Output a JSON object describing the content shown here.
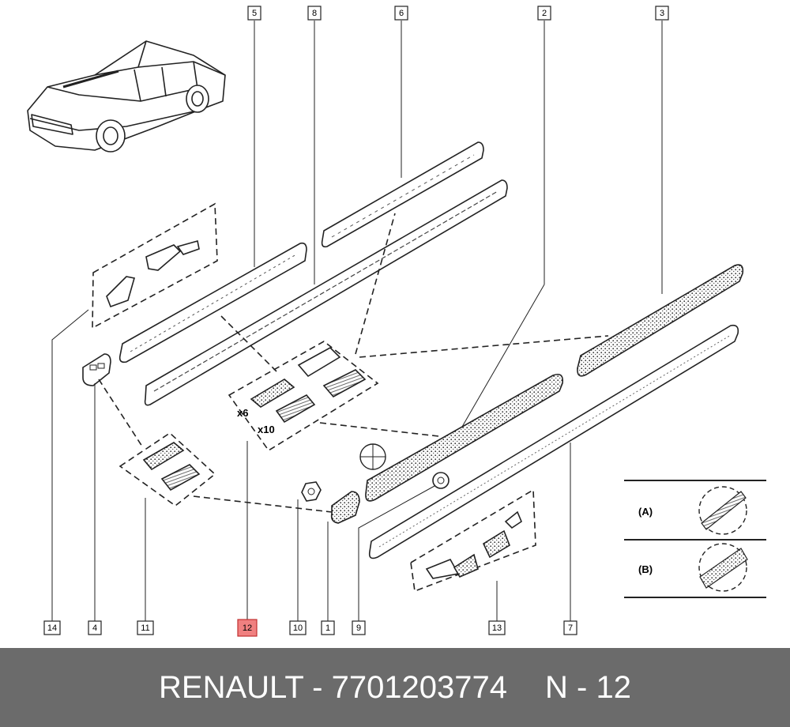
{
  "diagram": {
    "callouts": [
      "5",
      "8",
      "6",
      "2",
      "3",
      "14",
      "4",
      "11",
      "12",
      "10",
      "1",
      "9",
      "13",
      "7"
    ],
    "highlighted": "12",
    "quantities": [
      "x6",
      "x10"
    ],
    "legend": [
      "(A)",
      "(B)"
    ]
  },
  "footer": {
    "brand_part": "RENAULT - 7701203774",
    "ref": "N - 12"
  },
  "colors": {
    "footer_bg": "#6b6b6b",
    "highlight": "#f08080"
  }
}
